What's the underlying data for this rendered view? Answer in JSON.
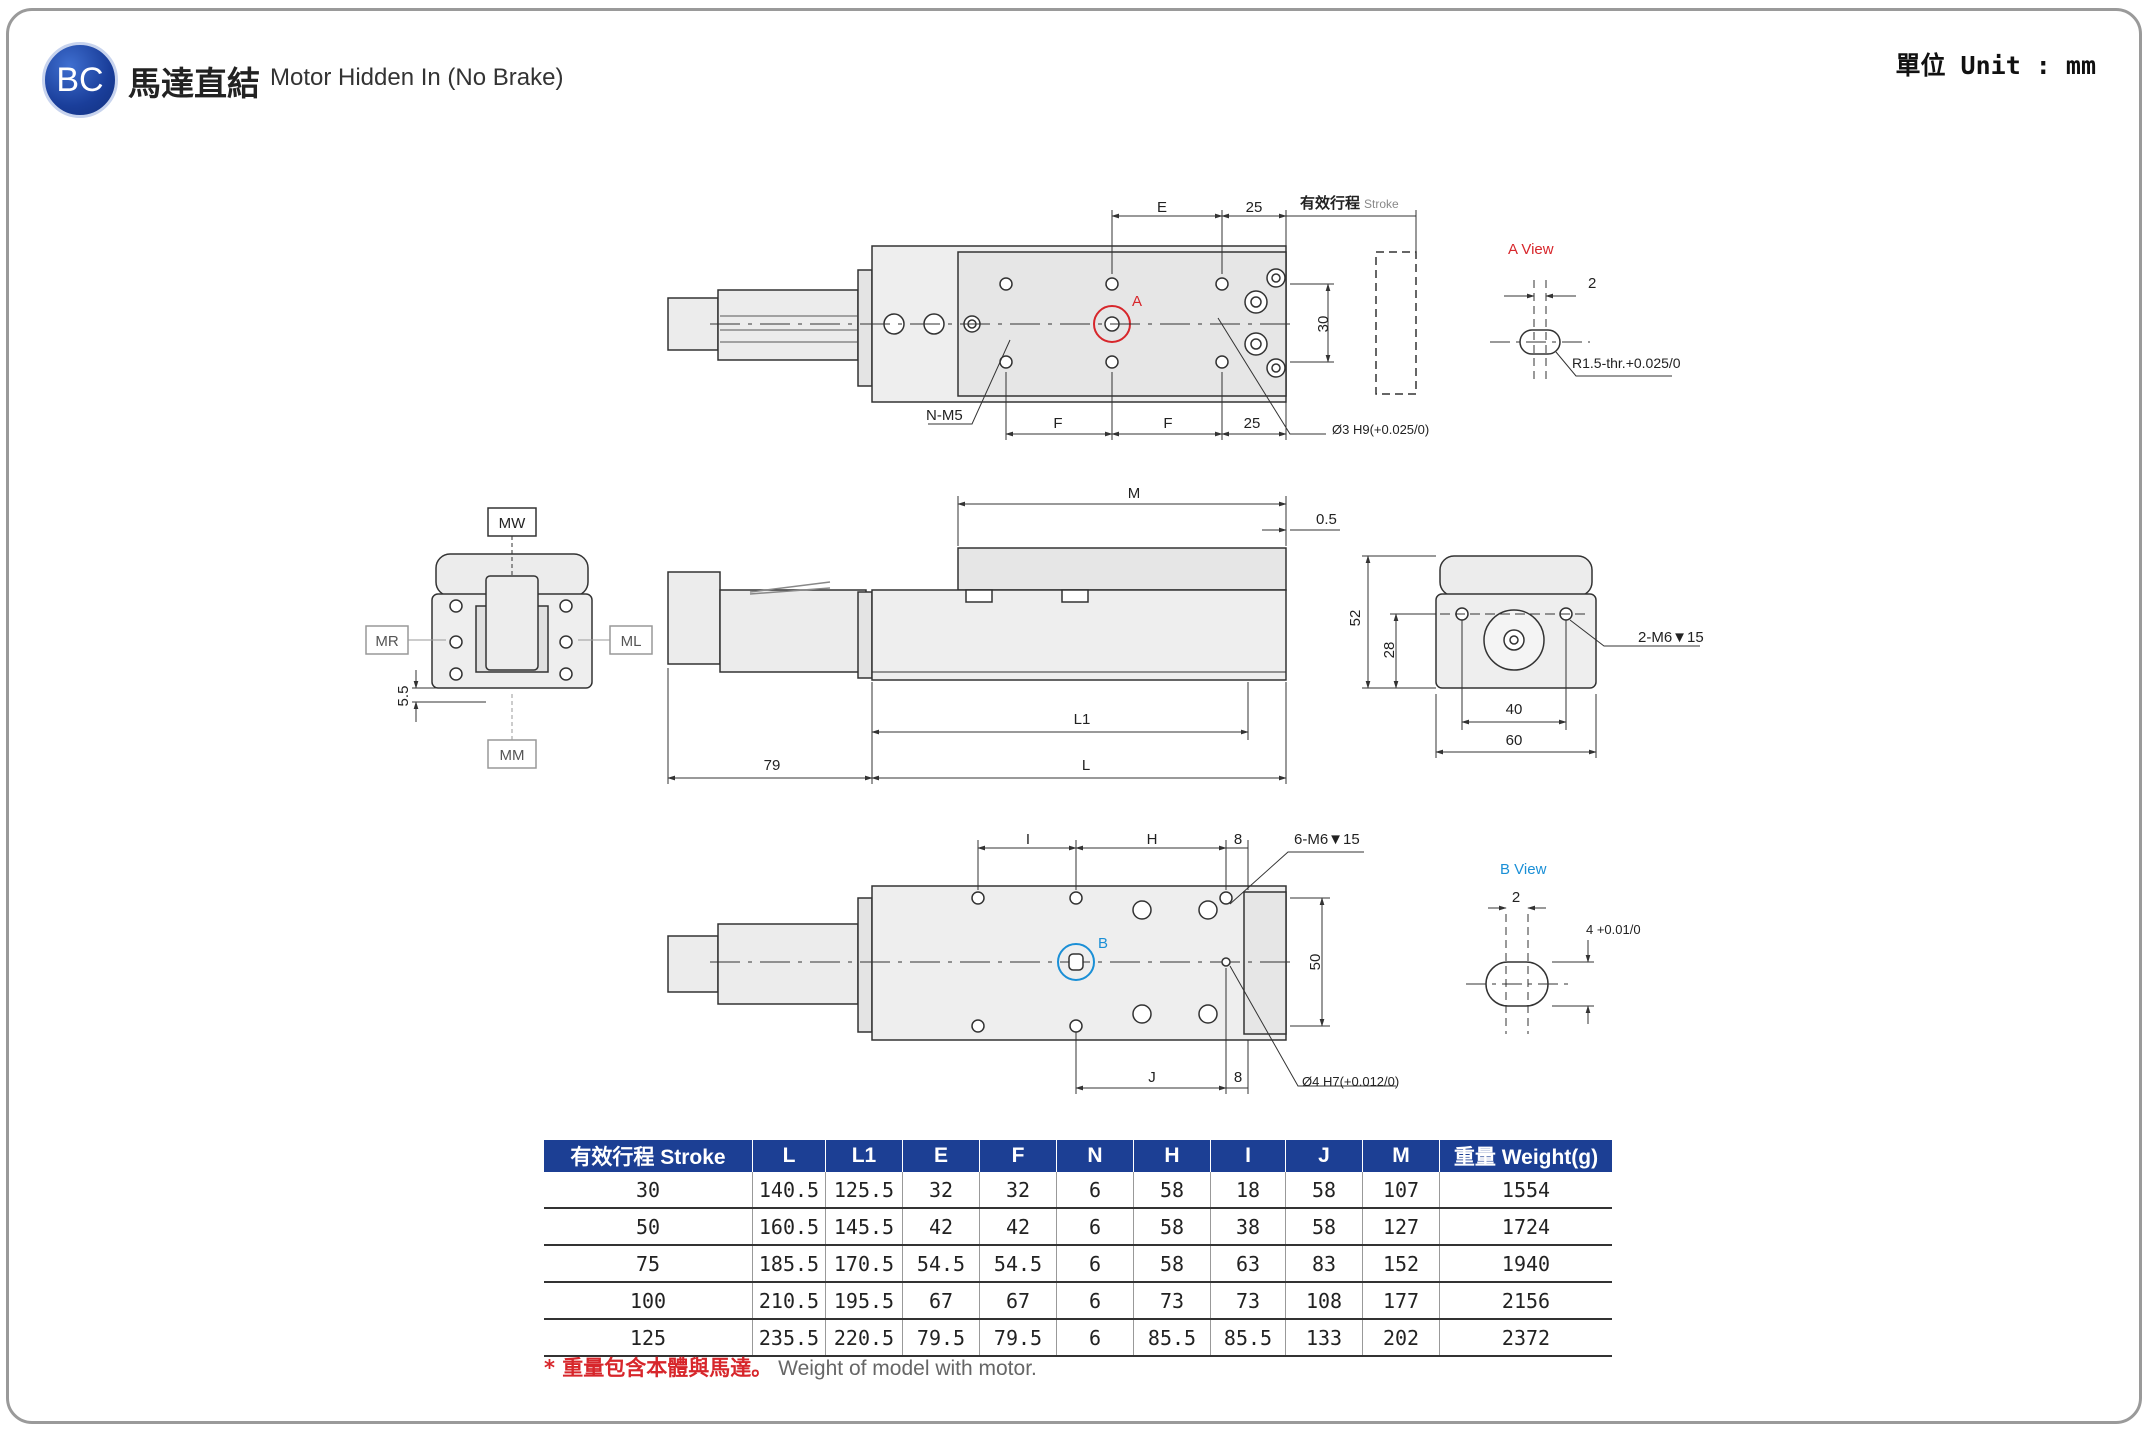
{
  "header": {
    "badge": "BC",
    "title_zh": "馬達直結",
    "title_en": "Motor Hidden In (No Brake)",
    "unit": "單位 Unit : mm"
  },
  "drawing": {
    "top_view": {
      "dim_e": "E",
      "dim_25_top": "25",
      "stroke_zh": "有效行程",
      "stroke_en": "Stroke",
      "dim_30": "30",
      "label_a": "A",
      "n_m5": "N-M5",
      "dim_f1": "F",
      "dim_f2": "F",
      "dim_25_bot": "25",
      "pin_hole": "Ø3 H9(+0.025/0)"
    },
    "a_view": {
      "title": "A View",
      "dim_2": "2",
      "slot": "R1.5-thr.+0.025/0"
    },
    "side_view": {
      "dim_m": "M",
      "dim_05": "0.5",
      "dim_l1": "L1",
      "dim_79": "79",
      "dim_l": "L"
    },
    "end_view_left": {
      "mw": "MW",
      "mr": "MR",
      "ml": "ML",
      "mm": "MM",
      "dim_55": "5.5"
    },
    "end_view_right": {
      "dim_52": "52",
      "dim_28": "28",
      "dim_40": "40",
      "dim_60": "60",
      "tap": "2-M6▼15"
    },
    "bottom_view": {
      "dim_i": "I",
      "dim_h": "H",
      "dim_8_top": "8",
      "tap": "6-M6▼15",
      "label_b": "B",
      "dim_50": "50",
      "dim_j": "J",
      "dim_8_bot": "8",
      "pin_hole": "Ø4 H7(+0.012/0)"
    },
    "b_view": {
      "title": "B View",
      "dim_2": "2",
      "dim_4": "4 +0.01/0"
    }
  },
  "table": {
    "headers": [
      "有效行程 Stroke",
      "L",
      "L1",
      "E",
      "F",
      "N",
      "H",
      "I",
      "J",
      "M",
      "重量 Weight(g)"
    ],
    "rows": [
      [
        "30",
        "140.5",
        "125.5",
        "32",
        "32",
        "6",
        "58",
        "18",
        "58",
        "107",
        "1554"
      ],
      [
        "50",
        "160.5",
        "145.5",
        "42",
        "42",
        "6",
        "58",
        "38",
        "58",
        "127",
        "1724"
      ],
      [
        "75",
        "185.5",
        "170.5",
        "54.5",
        "54.5",
        "6",
        "58",
        "63",
        "83",
        "152",
        "1940"
      ],
      [
        "100",
        "210.5",
        "195.5",
        "67",
        "67",
        "6",
        "73",
        "73",
        "108",
        "177",
        "2156"
      ],
      [
        "125",
        "235.5",
        "220.5",
        "79.5",
        "79.5",
        "6",
        "85.5",
        "85.5",
        "133",
        "202",
        "2372"
      ]
    ]
  },
  "note": {
    "zh": "* 重量包含本體與馬達。",
    "en": "Weight of model with motor."
  },
  "colors": {
    "badge": "#1a3e9a",
    "header_bg": "#1c3f94",
    "red": "#d7262b",
    "blue": "#1a8fd6"
  }
}
